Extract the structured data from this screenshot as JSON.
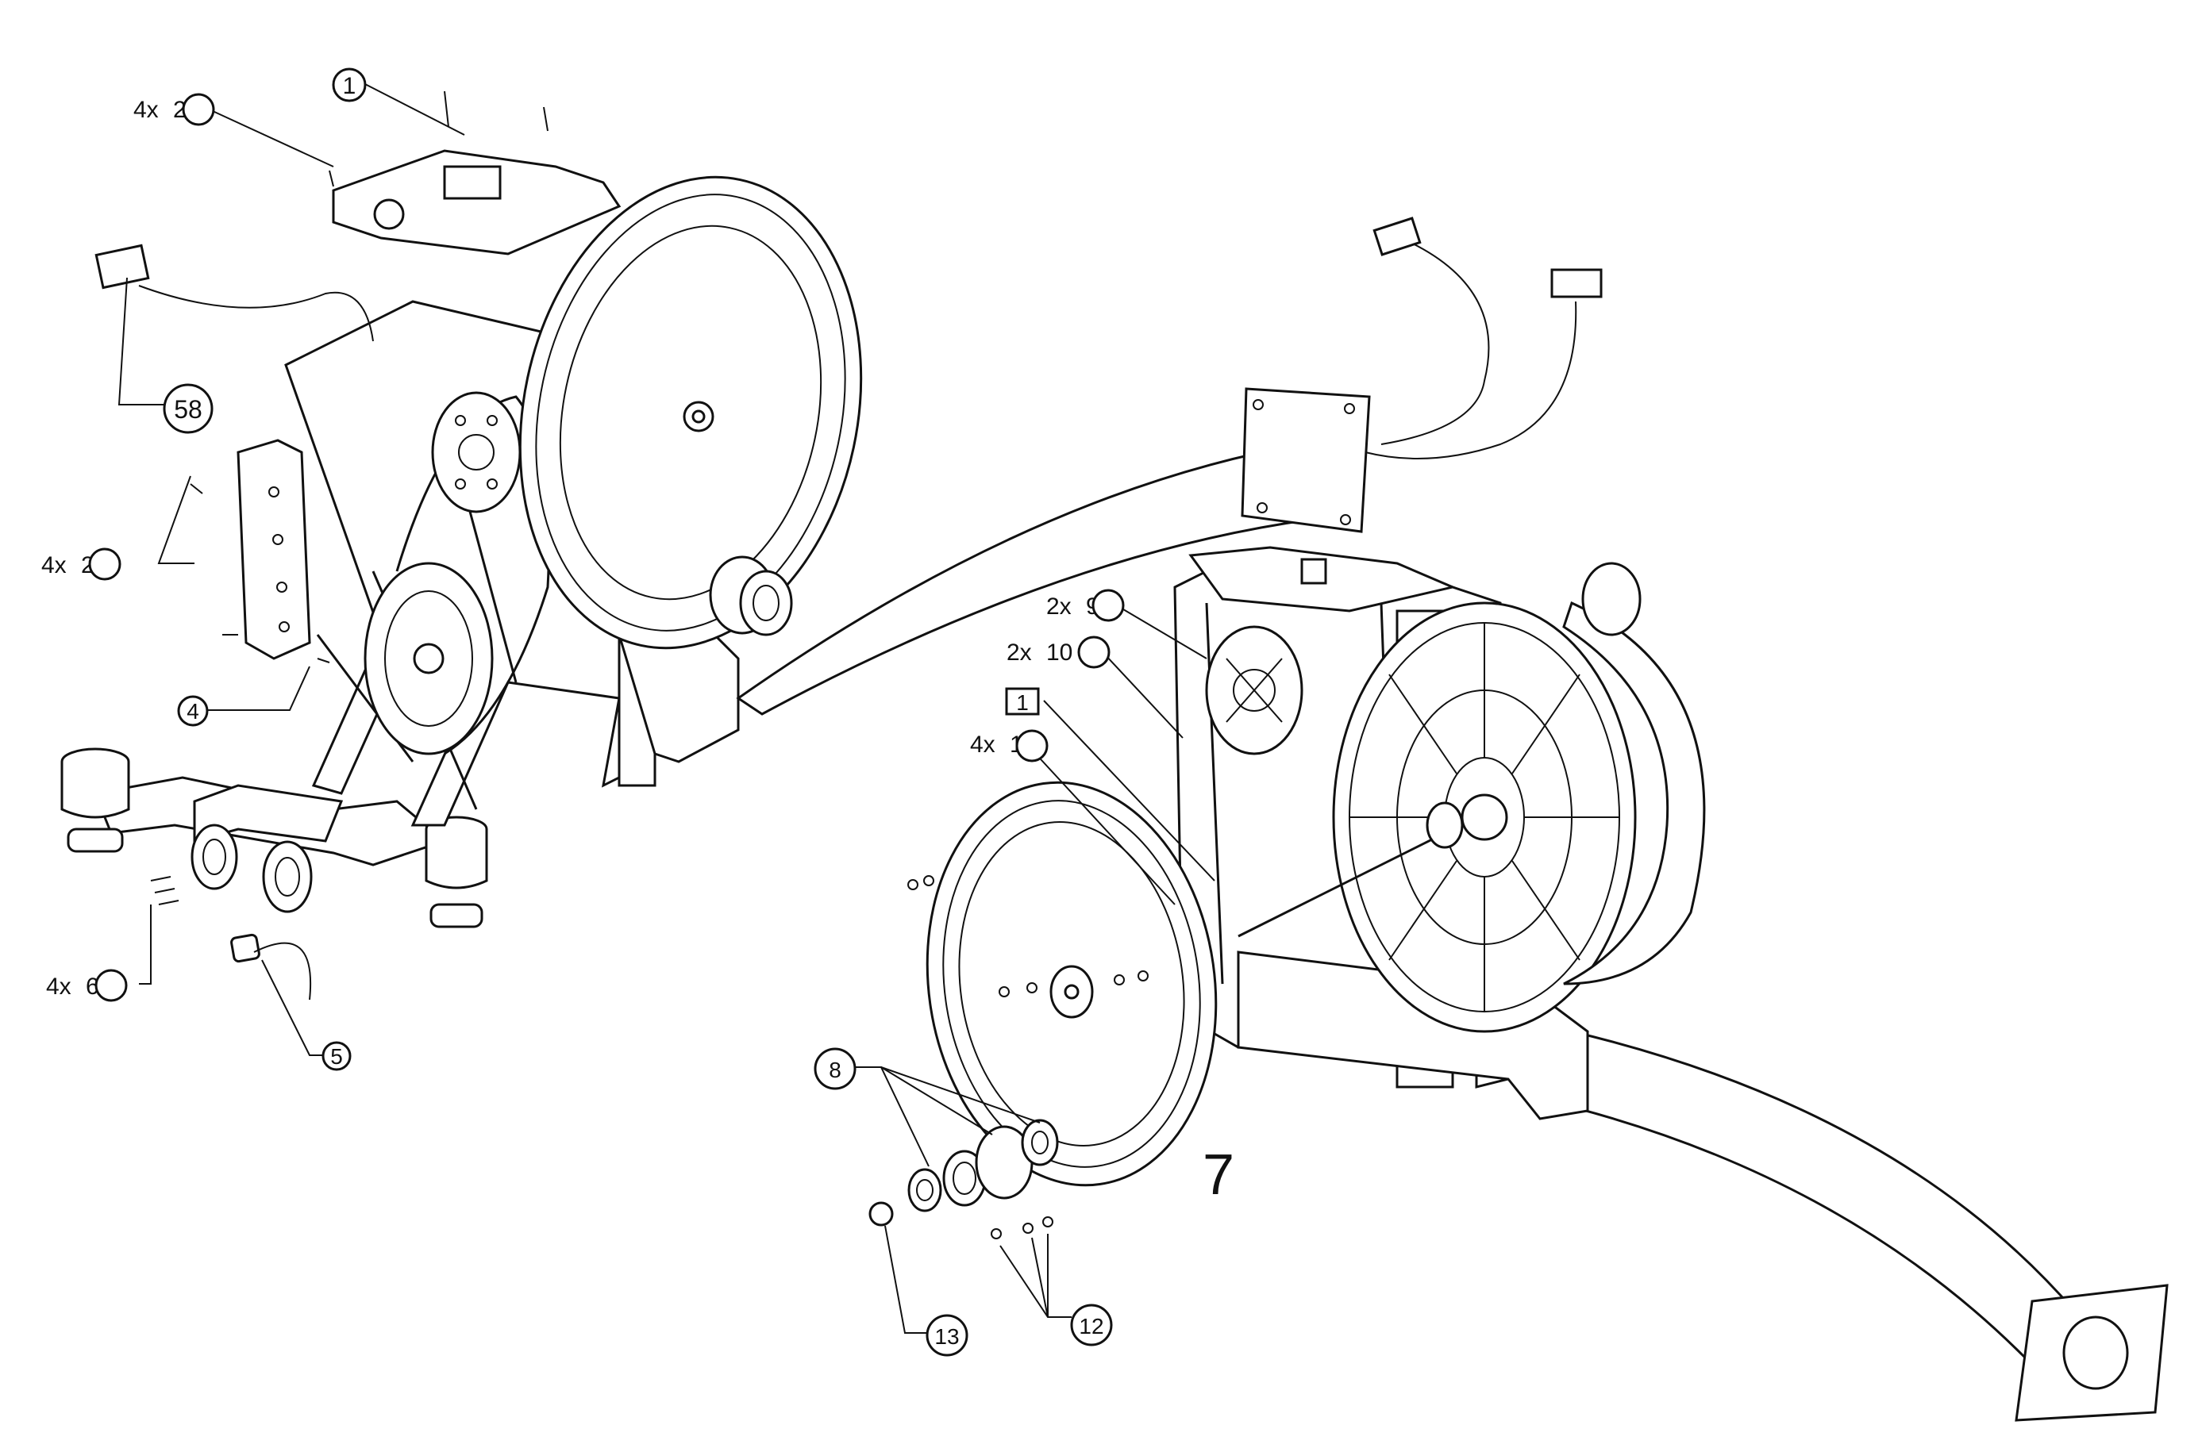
{
  "diagram": {
    "callouts": [
      {
        "id": "c-1a",
        "qty": "",
        "label": "1"
      },
      {
        "id": "c-2a",
        "qty": "4x",
        "label": "2"
      },
      {
        "id": "c-58",
        "qty": "",
        "label": "58"
      },
      {
        "id": "c-2b",
        "qty": "4x",
        "label": "2"
      },
      {
        "id": "c-4",
        "qty": "",
        "label": "4"
      },
      {
        "id": "c-6",
        "qty": "4x",
        "label": "6"
      },
      {
        "id": "c-5",
        "qty": "",
        "label": "5"
      },
      {
        "id": "c-9",
        "qty": "2x",
        "label": "9"
      },
      {
        "id": "c-10",
        "qty": "2x",
        "label": "10"
      },
      {
        "id": "c-1b",
        "qty": "",
        "label": "1"
      },
      {
        "id": "c-11",
        "qty": "4x",
        "label": "11"
      },
      {
        "id": "c-8",
        "qty": "",
        "label": "8"
      },
      {
        "id": "c-13",
        "qty": "",
        "label": "13"
      },
      {
        "id": "c-12",
        "qty": "",
        "label": "12"
      }
    ],
    "handwritten_label": "7"
  }
}
